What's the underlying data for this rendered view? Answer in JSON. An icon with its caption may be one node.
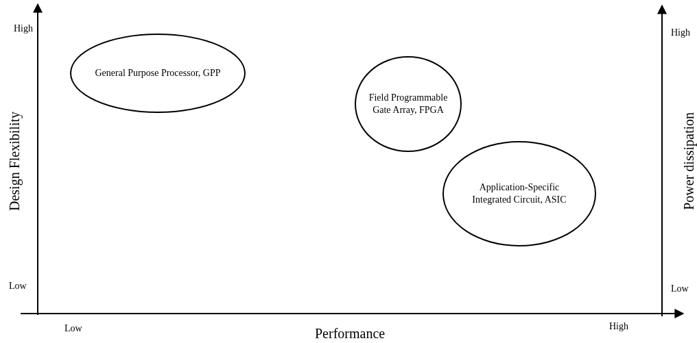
{
  "diagram": {
    "nodes": [
      {
        "text": [
          "General Purpose Processor, GPP"
        ]
      },
      {
        "text": [
          "Field Programmable Gate Array, FPGA"
        ]
      },
      {
        "text": [
          "Application-Specific Integrated Circuit, ASIC"
        ]
      }
    ],
    "labels": [
      "High",
      "High",
      "Design Flexibility",
      "Power dissipation",
      "Low",
      "Low",
      "Low",
      "High",
      "Performance"
    ]
  }
}
